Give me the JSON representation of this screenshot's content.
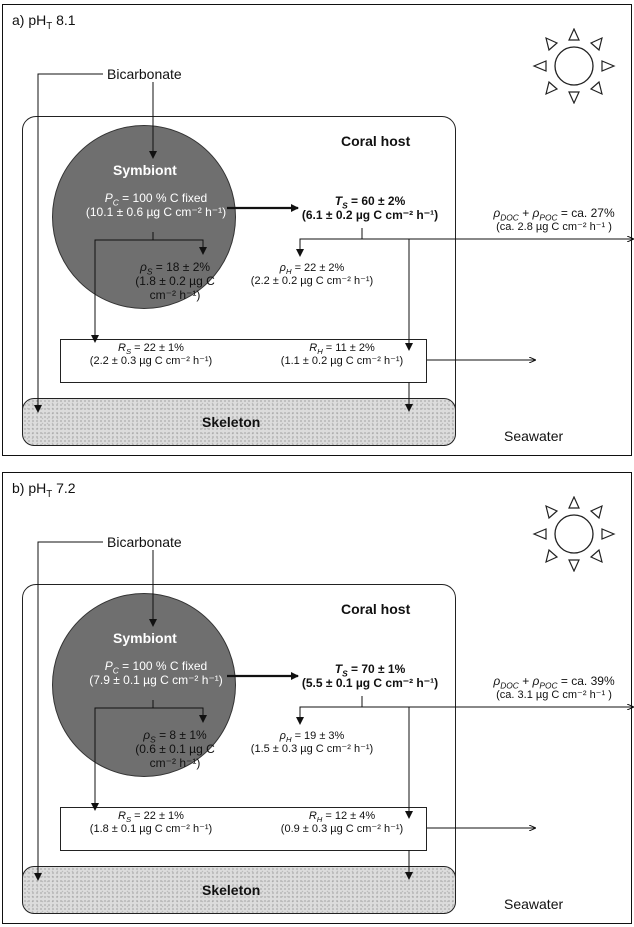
{
  "panels": [
    {
      "label": "a) pH",
      "label_sub": "T",
      "ph": " 8.1",
      "bicarbonate": "Bicarbonate",
      "coral_host": "Coral host",
      "symbiont": "Symbiont",
      "pc_line1_pre": "P",
      "pc_line1_sub": "C",
      "pc_line1_post": " = 100 % C fixed",
      "pc_line2": "(10.1 ± 0.6 µg C cm⁻² h⁻¹)",
      "ts_line1_pre": "T",
      "ts_line1_sub": "S",
      "ts_line1_post": " = 60 ± 2%",
      "ts_line2": "(6.1 ± 0.2 µg C cm⁻² h⁻¹)",
      "rhos_line1_pre": "ρ",
      "rhos_line1_sub": "S",
      "rhos_line1_post": " = 18 ± 2%",
      "rhos_line2": "(1.8 ± 0.2 µg C",
      "rhos_line3": "cm⁻² h⁻¹)",
      "rhoh_line1_pre": "ρ",
      "rhoh_line1_sub": "H",
      "rhoh_line1_post": " = 22 ± 2%",
      "rhoh_line2": "(2.2 ± 0.2 µg C cm⁻² h⁻¹)",
      "release_rho1": "ρ",
      "release_sub1": "DOC",
      "release_plus": " + ",
      "release_rho2": "ρ",
      "release_sub2": "POC",
      "release_post": " =  ca. 27%",
      "release_line2": "(ca. 2.8 µg C cm⁻² h⁻¹ )",
      "rs_line1_pre": "R",
      "rs_line1_sub": "S",
      "rs_line1_post": " = 22 ± 1%",
      "rs_line2": "(2.2 ± 0.3 µg C cm⁻² h⁻¹)",
      "rh_line1_pre": "R",
      "rh_line1_sub": "H",
      "rh_line1_post": " = 11 ± 2%",
      "rh_line2": "(1.1 ± 0.2 µg C cm⁻² h⁻¹)",
      "skeleton": "Skeleton",
      "seawater": "Seawater"
    },
    {
      "label": "b) pH",
      "label_sub": "T",
      "ph": " 7.2",
      "bicarbonate": "Bicarbonate",
      "coral_host": "Coral host",
      "symbiont": "Symbiont",
      "pc_line1_pre": "P",
      "pc_line1_sub": "C",
      "pc_line1_post": " = 100 % C fixed",
      "pc_line2": "(7.9 ± 0.1 µg C cm⁻² h⁻¹)",
      "ts_line1_pre": "T",
      "ts_line1_sub": "S",
      "ts_line1_post": " = 70 ± 1%",
      "ts_line2": "(5.5 ± 0.1 µg C cm⁻² h⁻¹)",
      "rhos_line1_pre": "ρ",
      "rhos_line1_sub": "S",
      "rhos_line1_post": " = 8 ± 1%",
      "rhos_line2": "(0.6 ± 0.1 µg C",
      "rhos_line3": "cm⁻² h⁻¹)",
      "rhoh_line1_pre": "ρ",
      "rhoh_line1_sub": "H",
      "rhoh_line1_post": " = 19 ± 3%",
      "rhoh_line2": "(1.5 ± 0.3 µg C cm⁻² h⁻¹)",
      "release_rho1": "ρ",
      "release_sub1": "DOC",
      "release_plus": " + ",
      "release_rho2": "ρ",
      "release_sub2": "POC",
      "release_post": " =  ca. 39%",
      "release_line2": "(ca. 3.1 µg C cm⁻² h⁻¹ )",
      "rs_line1_pre": "R",
      "rs_line1_sub": "S",
      "rs_line1_post": " = 22 ± 1%",
      "rs_line2": "(1.8 ± 0.1 µg C cm⁻² h⁻¹)",
      "rh_line1_pre": "R",
      "rh_line1_sub": "H",
      "rh_line1_post": " = 12 ± 4%",
      "rh_line2": "(0.9 ± 0.3 µg C cm⁻² h⁻¹)",
      "skeleton": "Skeleton",
      "seawater": "Seawater"
    }
  ],
  "colors": {
    "symbiont_fill": "#6f6f6f",
    "skeleton_fill": "#dcdcdc",
    "line": "#111111"
  },
  "icons": [
    "sun-icon"
  ]
}
